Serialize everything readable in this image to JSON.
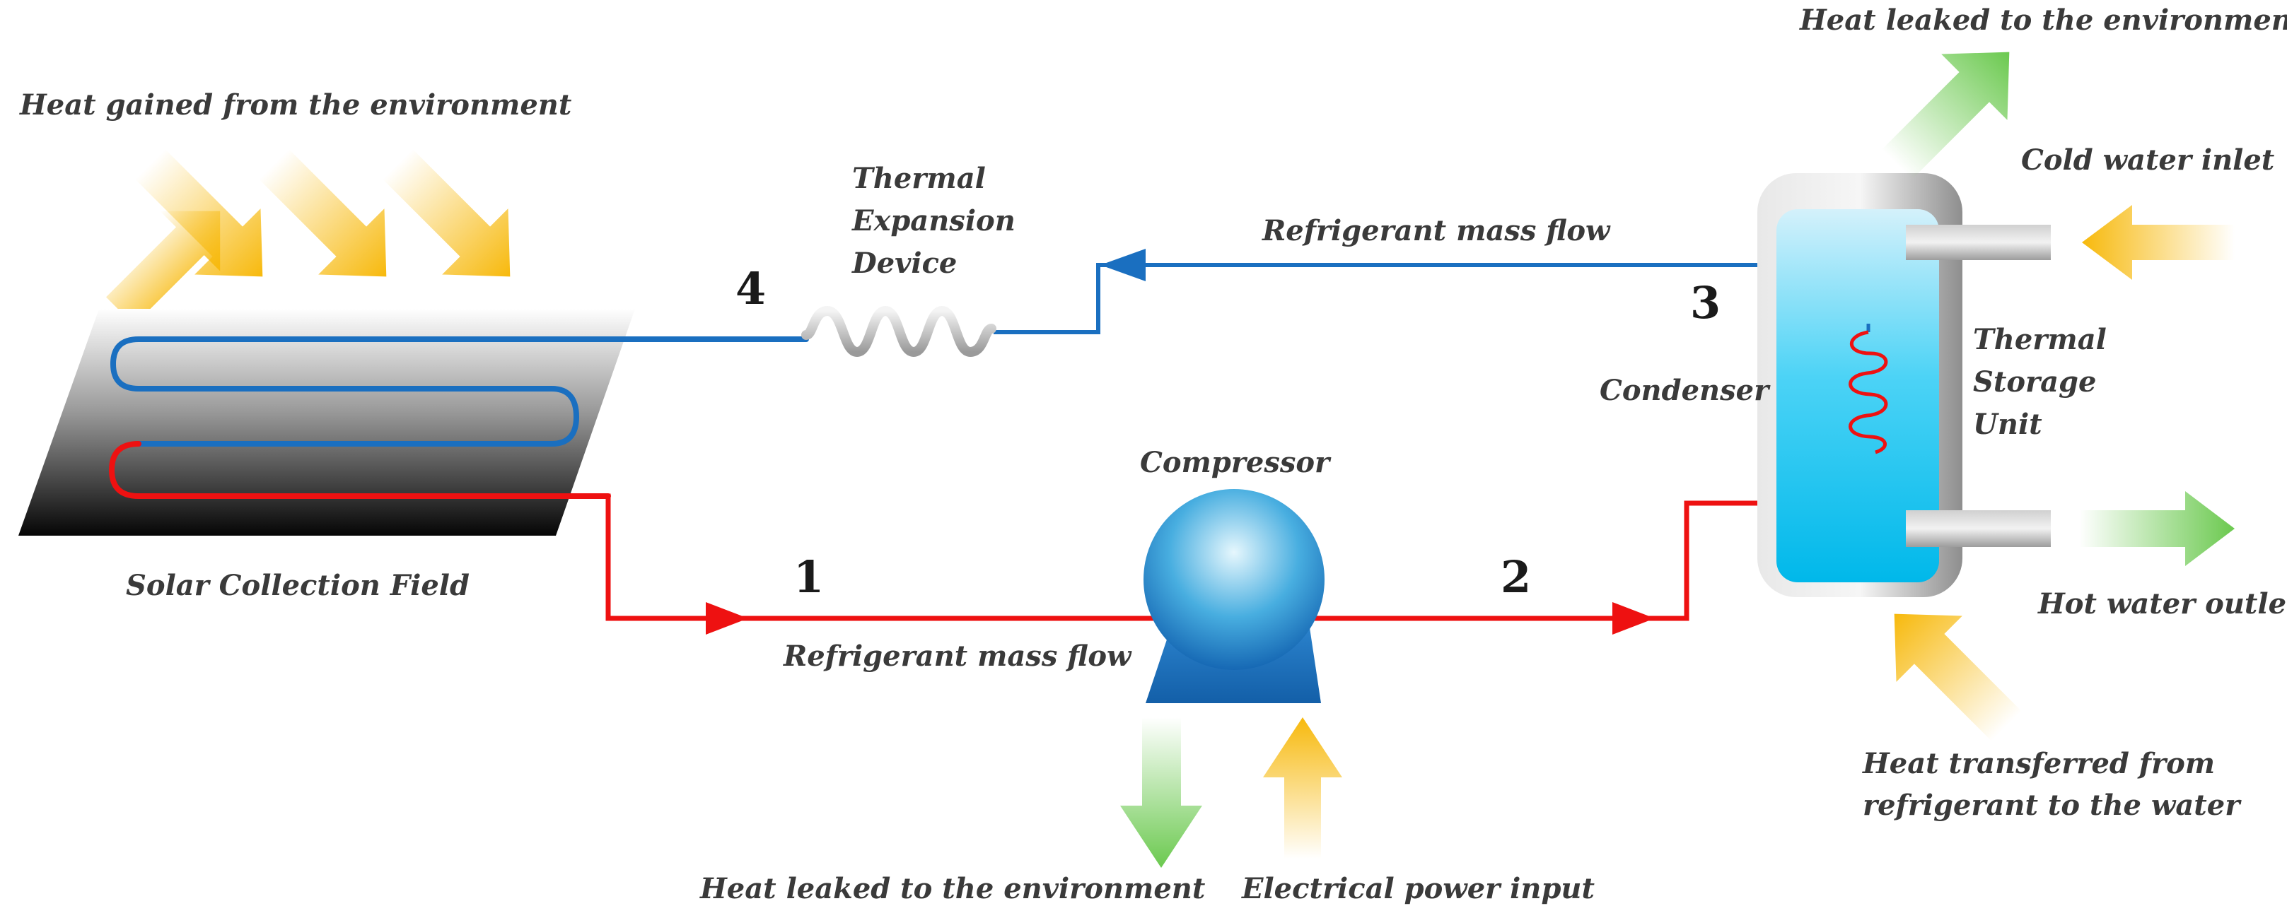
{
  "labels": {
    "heat_gained": "Heat gained from the environment",
    "solar_field": "Solar Collection Field",
    "expansion_line1": "Thermal",
    "expansion_line2": "Expansion",
    "expansion_line3": "Device",
    "mass_flow_top": "Refrigerant mass flow",
    "mass_flow_bottom": "Refrigerant mass flow",
    "compressor": "Compressor",
    "condenser": "Condenser",
    "storage_line1": "Thermal",
    "storage_line2": "Storage",
    "storage_line3": "Unit",
    "heat_leaked_top": "Heat leaked to the environment",
    "cold_water_inlet": "Cold water inlet",
    "hot_water_outlet": "Hot water outlet",
    "heat_transferred_line1": "Heat transferred from",
    "heat_transferred_line2": "refrigerant to the water",
    "heat_leaked_bottom": "Heat leaked to the environment",
    "electrical_power": "Electrical power input"
  },
  "state_points": {
    "p1": "1",
    "p2": "2",
    "p3": "3",
    "p4": "4"
  },
  "colors": {
    "hot_line": "#ee1111",
    "cold_line": "#1a6fc0",
    "heat_in_arrow": "#f7b90c",
    "heat_out_arrow": "#6bc94f",
    "tank_water": "#08c4ef",
    "compressor_blue": "#1a6fc4"
  }
}
